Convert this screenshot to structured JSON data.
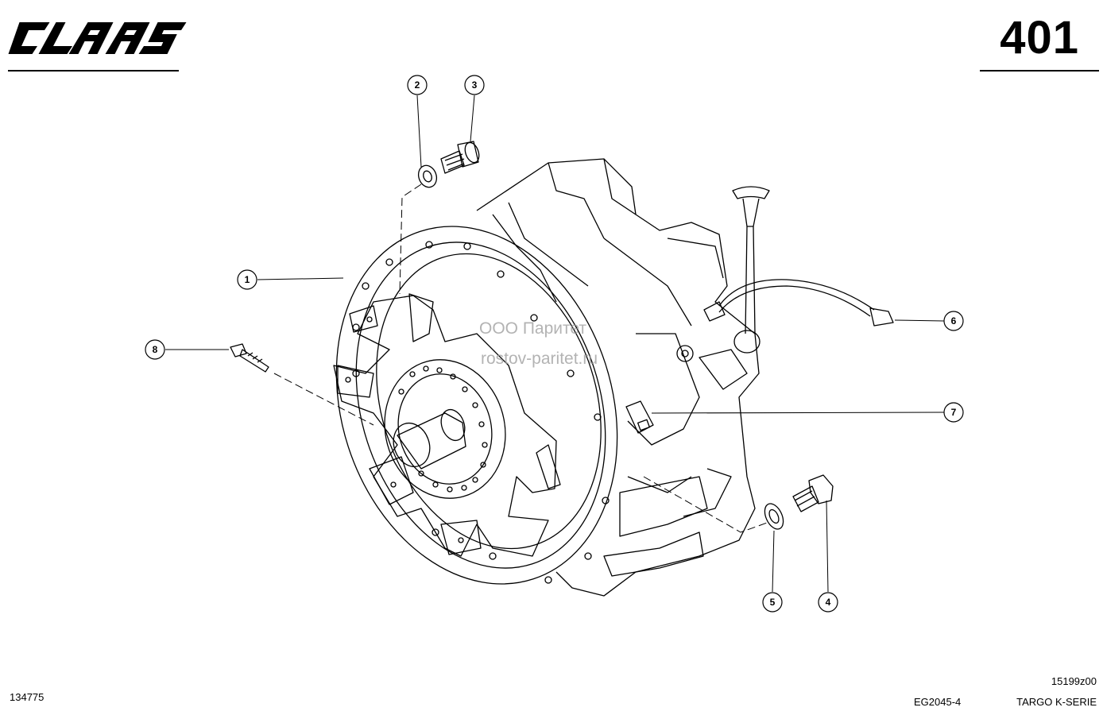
{
  "header": {
    "logo_text": "CLAAS",
    "page_number": "401"
  },
  "watermark": {
    "line1": "ООО Паритет",
    "line2": "rostov-paritet.ru"
  },
  "callouts": [
    {
      "id": "callout-1",
      "label": "1"
    },
    {
      "id": "callout-2",
      "label": "2"
    },
    {
      "id": "callout-3",
      "label": "3"
    },
    {
      "id": "callout-4",
      "label": "4"
    },
    {
      "id": "callout-5",
      "label": "5"
    },
    {
      "id": "callout-6",
      "label": "6"
    },
    {
      "id": "callout-7",
      "label": "7"
    },
    {
      "id": "callout-8",
      "label": "8"
    }
  ],
  "footer": {
    "left_code": "134775",
    "drawing_code": "15199z00",
    "group_code": "EG2045-4",
    "series": "TARGO K-SERIE"
  }
}
